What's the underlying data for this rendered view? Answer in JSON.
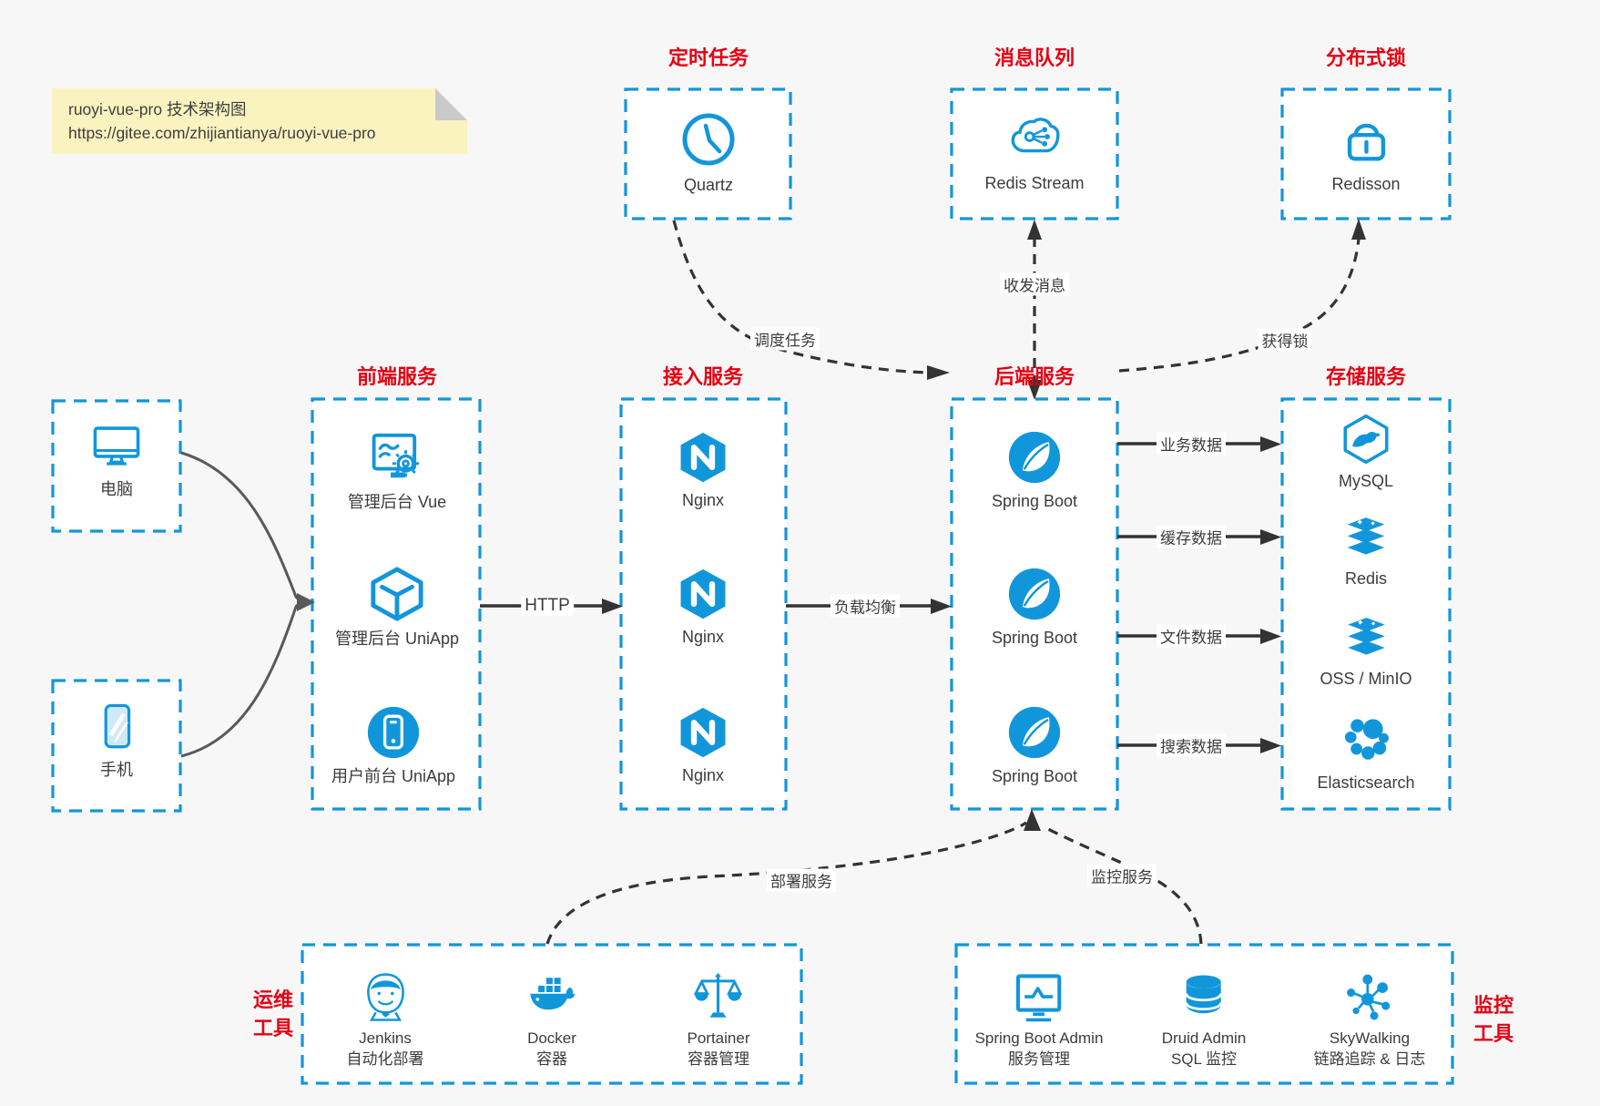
{
  "note": {
    "line1": "ruoyi-vue-pro 技术架构图",
    "line2": "https://gitee.com/zhijiantianya/ruoyi-vue-pro"
  },
  "colors": {
    "blue": "#1296db",
    "red": "#e60012",
    "line": "#333333",
    "gray": "#595959",
    "note_bg": "#faf3c0",
    "background": "#f7f7f8"
  },
  "groups": {
    "scheduled": {
      "title": "定时任务",
      "item": "Quartz"
    },
    "mq": {
      "title": "消息队列",
      "item": "Redis Stream"
    },
    "lock": {
      "title": "分布式锁",
      "item": "Redisson"
    },
    "clients": {
      "computer": "电脑",
      "phone": "手机"
    },
    "frontend": {
      "title": "前端服务",
      "items": [
        "管理后台 Vue",
        "管理后台 UniApp",
        "用户前台 UniApp"
      ]
    },
    "gateway": {
      "title": "接入服务",
      "items": [
        "Nginx",
        "Nginx",
        "Nginx"
      ]
    },
    "backend": {
      "title": "后端服务",
      "items": [
        "Spring Boot",
        "Spring Boot",
        "Spring Boot"
      ]
    },
    "storage": {
      "title": "存储服务",
      "items": [
        "MySQL",
        "Redis",
        "OSS / MinIO",
        "Elasticsearch"
      ]
    },
    "ops": {
      "title_line1": "运维",
      "title_line2": "工具",
      "items": [
        {
          "name": "Jenkins",
          "desc": "自动化部署"
        },
        {
          "name": "Docker",
          "desc": "容器"
        },
        {
          "name": "Portainer",
          "desc": "容器管理"
        }
      ]
    },
    "monitor": {
      "title_line1": "监控",
      "title_line2": "工具",
      "items": [
        {
          "name": "Spring Boot Admin",
          "desc": "服务管理"
        },
        {
          "name": "Druid Admin",
          "desc": "SQL 监控"
        },
        {
          "name": "SkyWalking",
          "desc": "链路追踪 & 日志"
        }
      ]
    }
  },
  "edges": {
    "http": "HTTP",
    "load_balance": "负载均衡",
    "schedule": "调度任务",
    "message": "收发消息",
    "acquire_lock": "获得锁",
    "business_data": "业务数据",
    "cache_data": "缓存数据",
    "file_data": "文件数据",
    "search_data": "搜索数据",
    "deploy": "部署服务",
    "monitor": "监控服务"
  }
}
